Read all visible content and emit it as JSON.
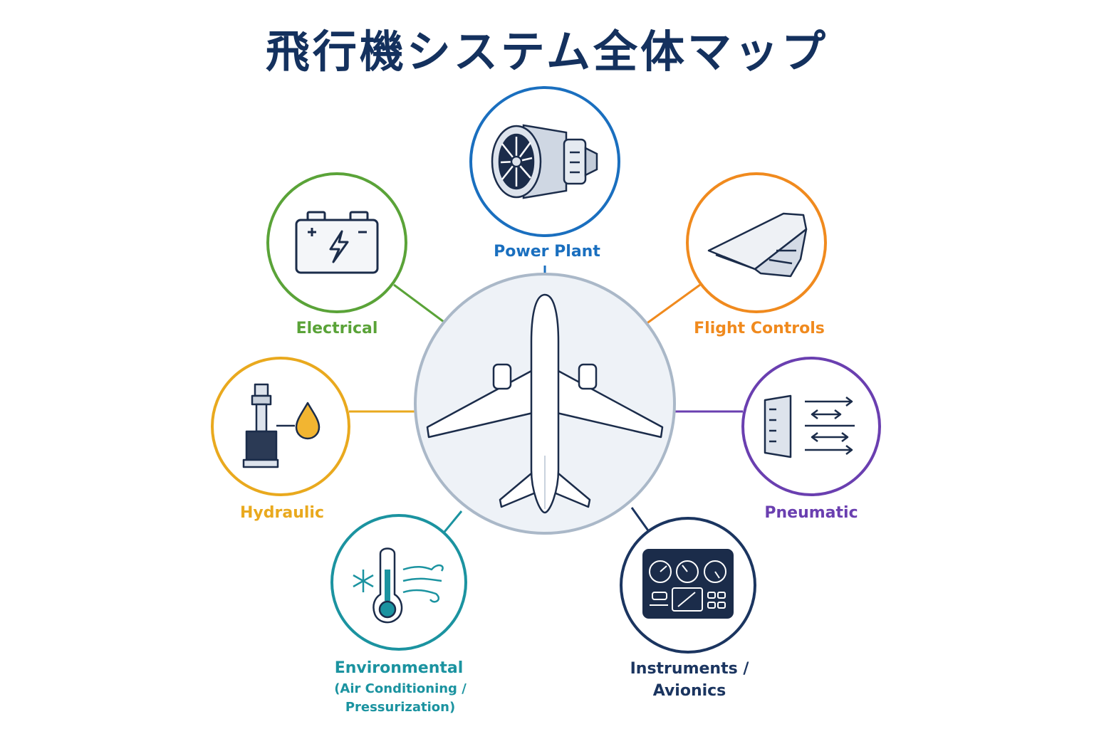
{
  "title": "飛行機システム全体マップ",
  "systems": {
    "power_plant": {
      "label": "Power Plant",
      "color": "#1a6fbf",
      "icon": "jet-engine-icon"
    },
    "electrical": {
      "label": "Electrical",
      "color": "#5aa338",
      "icon": "battery-icon"
    },
    "flight_controls": {
      "label": "Flight Controls",
      "color": "#f08a1e",
      "icon": "wing-flap-icon"
    },
    "hydraulic": {
      "label": "Hydraulic",
      "color": "#e9a91e",
      "icon": "hydraulic-pump-icon"
    },
    "pneumatic": {
      "label": "Pneumatic",
      "color": "#6a3fb0",
      "icon": "air-flow-icon"
    },
    "environmental": {
      "label": "Environmental",
      "sub1": "(Air Conditioning /",
      "sub2": "Pressurization)",
      "color": "#1b93a0",
      "icon": "thermometer-icon"
    },
    "instruments": {
      "label": "Instruments /",
      "label2": "Avionics",
      "color": "#1b3560",
      "icon": "instrument-panel-icon"
    }
  },
  "center": {
    "icon": "airplane-icon",
    "color": "#aab8c8"
  }
}
